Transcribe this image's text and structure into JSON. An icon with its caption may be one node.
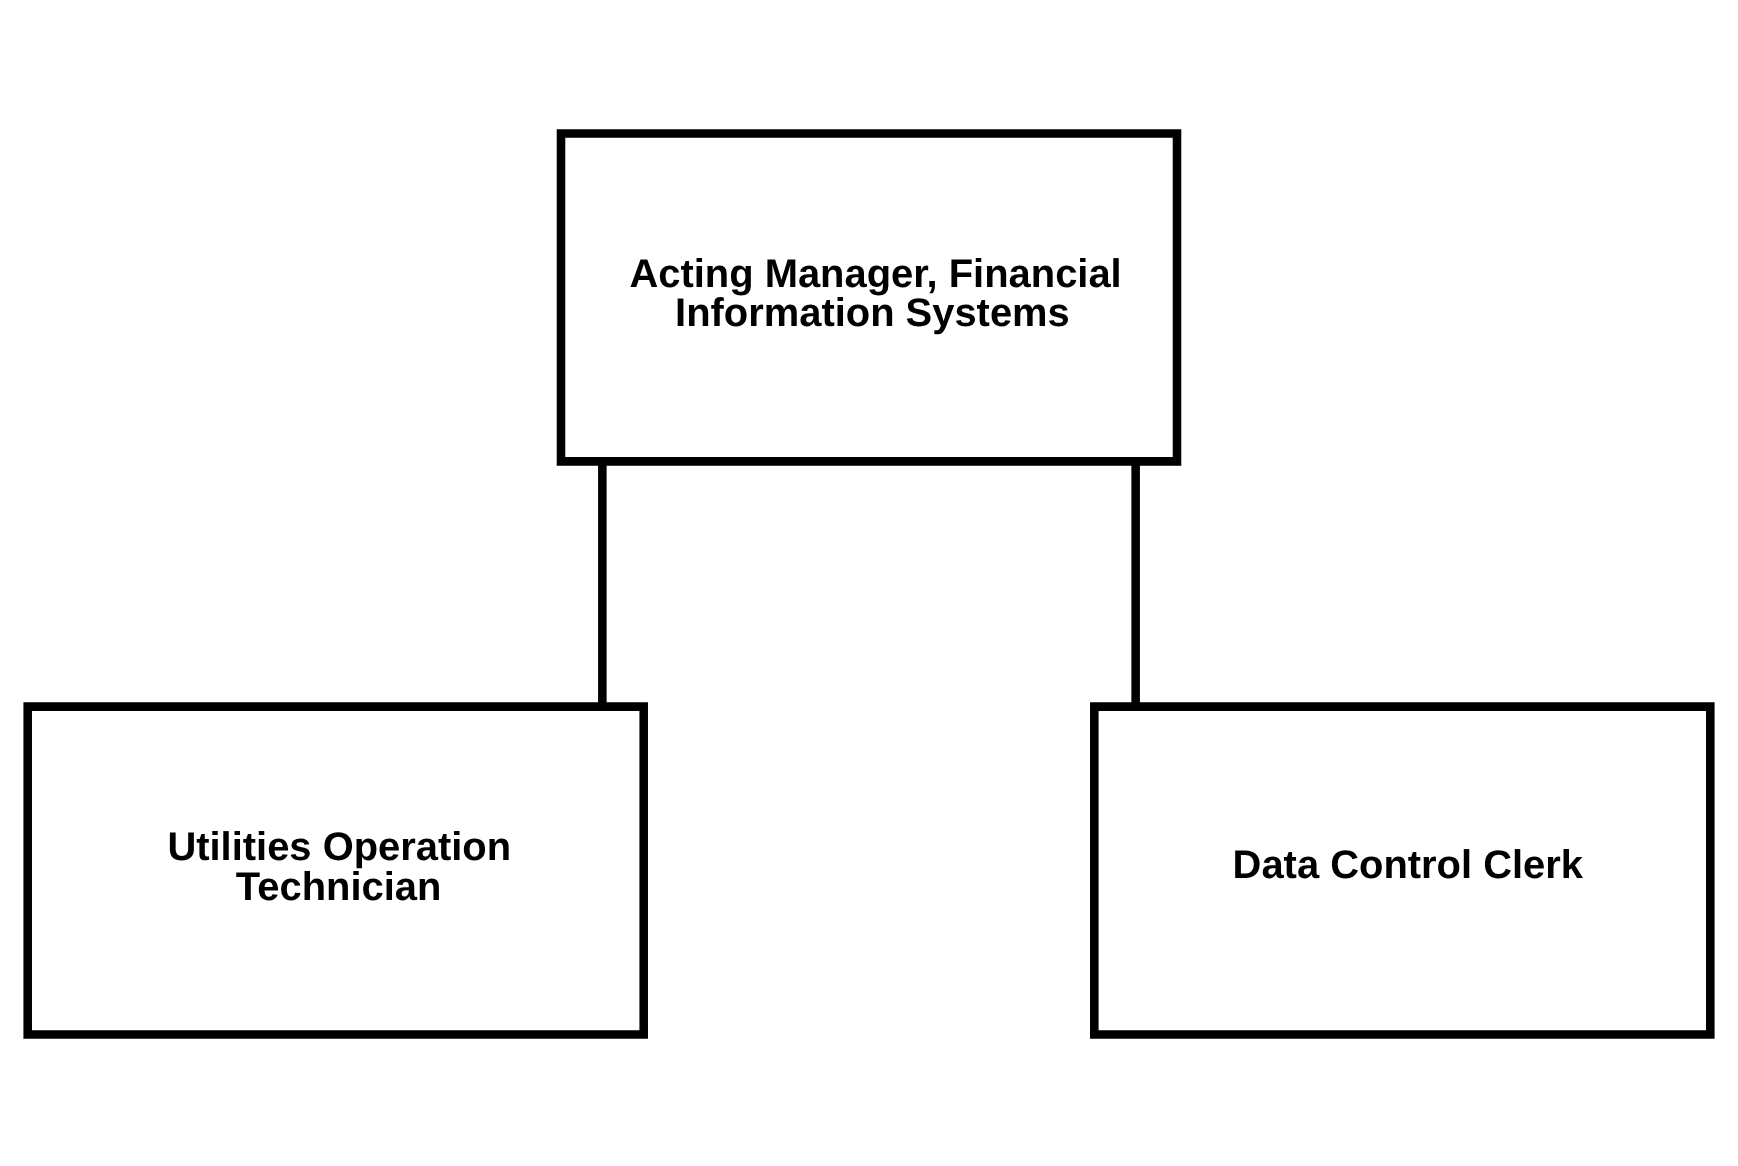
{
  "diagram": {
    "nodes": [
      {
        "text": [
          "Acting Manager, Financial Information Systems"
        ]
      },
      {
        "text": [
          "Utilities Operation Technician"
        ]
      },
      {
        "text": [
          "Data Control Clerk"
        ]
      }
    ],
    "edges": [
      {
        "from": 0,
        "to": 1,
        "arrow": "none"
      },
      {
        "from": 0,
        "to": 2,
        "arrow": "none"
      }
    ]
  }
}
